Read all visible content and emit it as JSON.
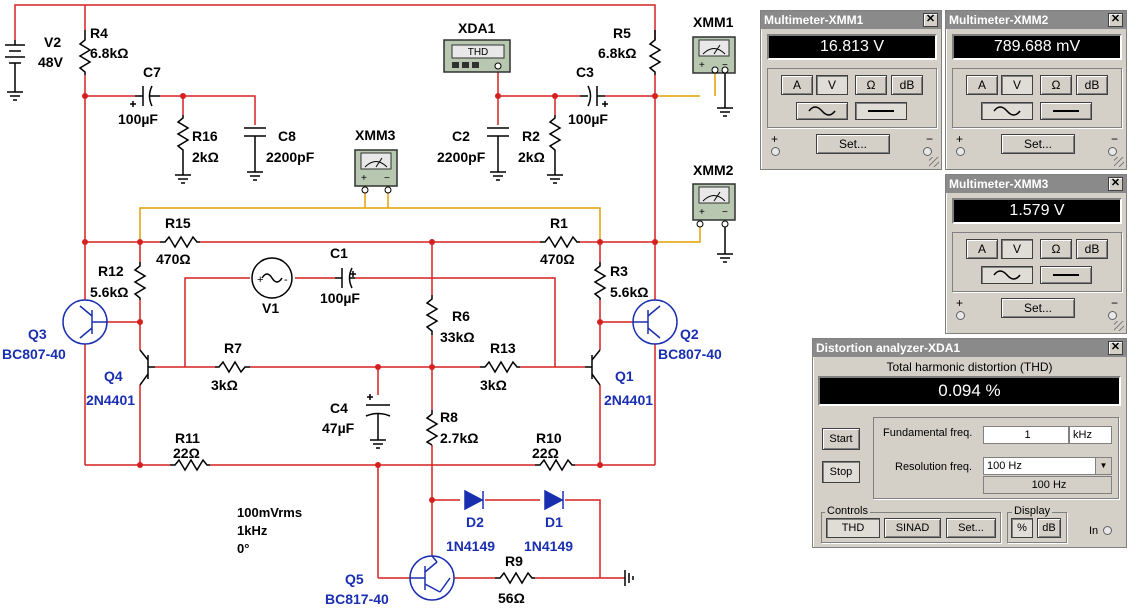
{
  "circuit": {
    "components": {
      "v2": {
        "name": "V2",
        "value": "48V"
      },
      "r4": {
        "name": "R4",
        "value": "6.8kΩ"
      },
      "r5": {
        "name": "R5",
        "value": "6.8kΩ"
      },
      "c7": {
        "name": "C7",
        "value": "100µF"
      },
      "c3": {
        "name": "C3",
        "value": "100µF"
      },
      "r16": {
        "name": "R16",
        "value": "2kΩ"
      },
      "c8": {
        "name": "C8",
        "value": "2200pF"
      },
      "c2": {
        "name": "C2",
        "value": "2200pF"
      },
      "r2": {
        "name": "R2",
        "value": "2kΩ"
      },
      "r15": {
        "name": "R15",
        "value": "470Ω"
      },
      "r1": {
        "name": "R1",
        "value": "470Ω"
      },
      "r12": {
        "name": "R12",
        "value": "5.6kΩ"
      },
      "r3": {
        "name": "R3",
        "value": "5.6kΩ"
      },
      "v1": {
        "name": "V1"
      },
      "c1": {
        "name": "C1",
        "value": "100µF"
      },
      "r6": {
        "name": "R6",
        "value": "33kΩ"
      },
      "q3": {
        "name": "Q3",
        "value": "BC807-40"
      },
      "q2": {
        "name": "Q2",
        "value": "BC807-40"
      },
      "q4": {
        "name": "Q4",
        "value": "2N4401"
      },
      "q1": {
        "name": "Q1",
        "value": "2N4401"
      },
      "r7": {
        "name": "R7",
        "value": "3kΩ"
      },
      "r13": {
        "name": "R13",
        "value": "3kΩ"
      },
      "c4": {
        "name": "C4",
        "value": "47µF"
      },
      "r8": {
        "name": "R8",
        "value": "2.7kΩ"
      },
      "r11": {
        "name": "R11",
        "value": "22Ω"
      },
      "r10": {
        "name": "R10",
        "value": "22Ω"
      },
      "d2": {
        "name": "D2",
        "value": "1N4149"
      },
      "d1": {
        "name": "D1",
        "value": "1N4149"
      },
      "q5": {
        "name": "Q5",
        "value": "BC817-40"
      },
      "r9": {
        "name": "R9",
        "value": "56Ω"
      }
    },
    "instruments": {
      "xda1": {
        "name": "XDA1",
        "face": "THD"
      },
      "xmm1": {
        "name": "XMM1"
      },
      "xmm2": {
        "name": "XMM2"
      },
      "xmm3": {
        "name": "XMM3"
      }
    },
    "source_params": {
      "amplitude": "100mVrms",
      "frequency": "1kHz",
      "phase": "0°"
    }
  },
  "multimeters": [
    {
      "title": "Multimeter-XMM1",
      "reading": "16.813 V",
      "selected_mode": "V",
      "selected_coupling": "DC"
    },
    {
      "title": "Multimeter-XMM2",
      "reading": "789.688 mV",
      "selected_mode": "V",
      "selected_coupling": "AC"
    },
    {
      "title": "Multimeter-XMM3",
      "reading": "1.579 V",
      "selected_mode": "V",
      "selected_coupling": "AC"
    }
  ],
  "meter_controls": {
    "a": "A",
    "v": "V",
    "ohm": "Ω",
    "db": "dB",
    "set": "Set...",
    "plus": "+",
    "minus": "−"
  },
  "distortion": {
    "title": "Distortion analyzer-XDA1",
    "heading": "Total harmonic distortion (THD)",
    "reading": "0.094 %",
    "start": "Start",
    "stop": "Stop",
    "fundamental_label": "Fundamental freq.",
    "fundamental_value": "1",
    "fundamental_unit": "kHz",
    "resolution_label": "Resolution freq.",
    "resolution_value": "100 Hz",
    "resolution_readout": "100 Hz",
    "controls_label": "Controls",
    "thd_btn": "THD",
    "sinad_btn": "SINAD",
    "set_btn": "Set...",
    "display_label": "Display",
    "pct_btn": "%",
    "db_btn": "dB",
    "in_label": "In"
  },
  "colors": {
    "wire": "#d62020",
    "probe_wire": "#e0a000",
    "blue_label": "#1a2fb0",
    "display_bg": "#000000",
    "window_bg": "#d4d0c8"
  }
}
